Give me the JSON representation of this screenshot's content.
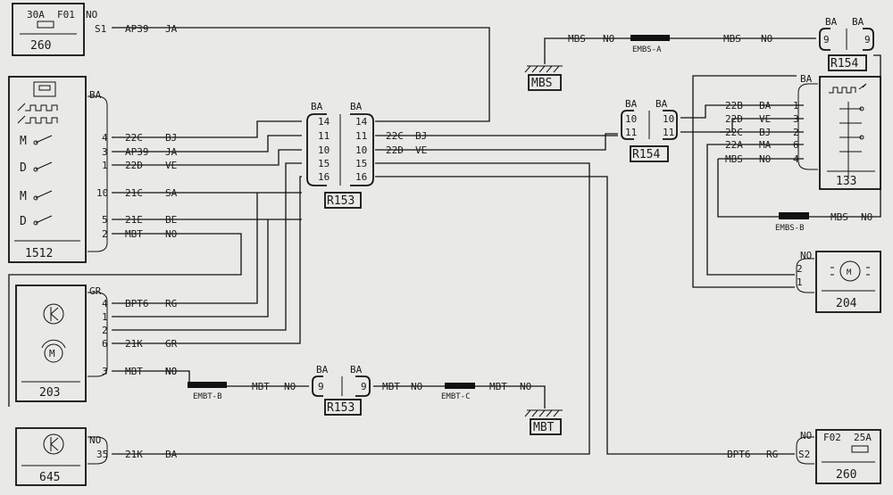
{
  "c260a": {
    "id": "260",
    "fuse": "30A",
    "fuse_label": "F01",
    "col": "NO",
    "pin": "S1"
  },
  "c260b": {
    "id": "260",
    "fuse": "25A",
    "fuse_label": "F02",
    "col": "NO",
    "pin": "S2"
  },
  "c1512": {
    "id": "1512",
    "col": "BA",
    "pins": [
      "4",
      "3",
      "1",
      "10",
      "5",
      "2"
    ],
    "sym": [
      "M",
      "D",
      "M",
      "D"
    ]
  },
  "c203": {
    "id": "203",
    "col": "GR",
    "pins": [
      "4",
      "1",
      "2",
      "6",
      "3"
    ],
    "motor": "M"
  },
  "c645": {
    "id": "645",
    "col": "NO",
    "pin": "35"
  },
  "c204": {
    "id": "204",
    "col": "NO",
    "pins": [
      "2",
      "1"
    ],
    "motor": "M"
  },
  "c133": {
    "id": "133",
    "col": "BA",
    "pins": [
      "1",
      "3",
      "2",
      "6",
      "4"
    ]
  },
  "r153a": {
    "id": "R153",
    "col_l": "BA",
    "col_r": "BA",
    "pins": [
      "14",
      "11",
      "10",
      "15",
      "16"
    ]
  },
  "r154a": {
    "id": "R154",
    "col_l": "BA",
    "col_r": "BA",
    "pins": [
      "10",
      "11"
    ]
  },
  "r154b": {
    "id": "R154",
    "col_l": "BA",
    "col_r": "BA",
    "pin": "9"
  },
  "r153b": {
    "id": "R153",
    "col_l": "BA",
    "col_r": "BA",
    "pin": "9"
  },
  "splices": {
    "embs_a": "EMBS-A",
    "embs_b": "EMBS-B",
    "embt_b": "EMBT-B",
    "embt_c": "EMBT-C"
  },
  "grounds": {
    "mbs": "MBS",
    "mbt": "MBT"
  },
  "wires": {
    "ap39": "AP39",
    "ja": "JA",
    "w22c": "22C",
    "bj": "BJ",
    "w22d": "22D",
    "ve": "VE",
    "w21c": "21C",
    "sa": "SA",
    "w21e": "21E",
    "be": "BE",
    "mbt": "MBT",
    "no": "NO",
    "bpt6": "BPT6",
    "rg": "RG",
    "w21k": "21K",
    "gr": "GR",
    "ba": "BA",
    "mbs": "MBS",
    "w22b": "22B",
    "w22a": "22A",
    "ma": "MA"
  }
}
